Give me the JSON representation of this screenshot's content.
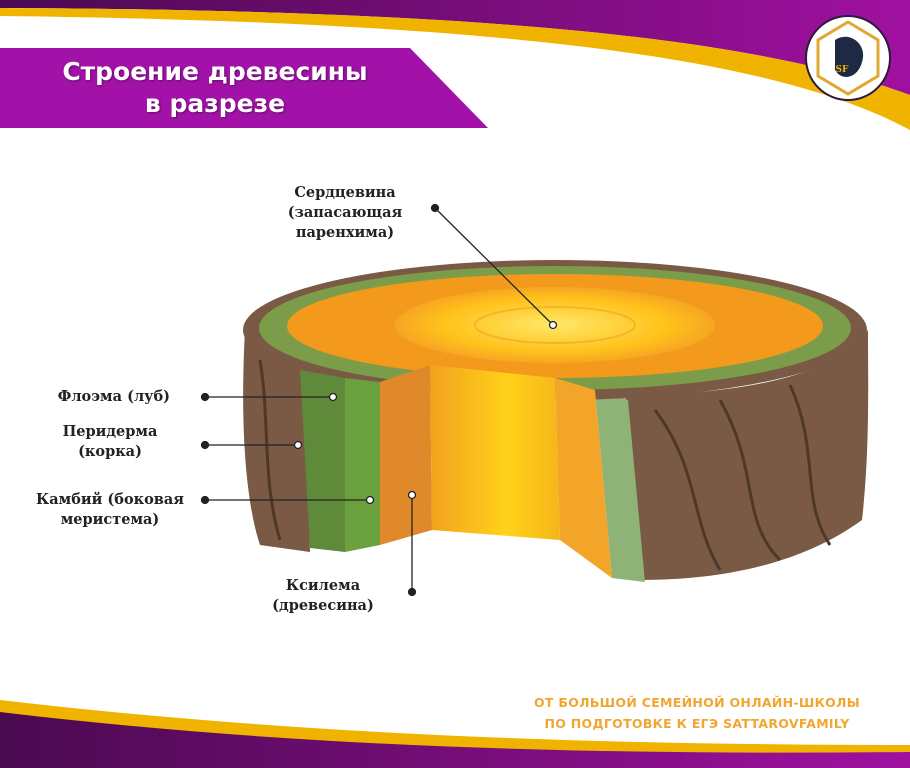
{
  "title": {
    "line1": "Строение древесины",
    "line2": "в разрезе"
  },
  "logo": {
    "text": "SF"
  },
  "labels": {
    "pith": [
      "Сердцевина",
      "(запасающая",
      "паренхима)"
    ],
    "phloem": [
      "Флоэма (луб)"
    ],
    "periderm": [
      "Перидерма",
      "(корка)"
    ],
    "cambium": [
      "Камбий (боковая",
      "меристема)"
    ],
    "xylem": [
      "Ксилема",
      "(древесина)"
    ]
  },
  "footer": {
    "line1": "ОТ БОЛЬШОЙ СЕМЕЙНОЙ ОНЛАЙН-ШКОЛЫ",
    "line2": "ПО ПОДГОТОВКЕ К ЕГЭ SATTAROVFAMILY"
  },
  "colors": {
    "purple": "#8a0a8c",
    "gold": "#f0b400",
    "bark": "#7a5a45",
    "green": "#6f9a45",
    "orange": "#f29a1f",
    "yellow": "#ffd21a"
  }
}
